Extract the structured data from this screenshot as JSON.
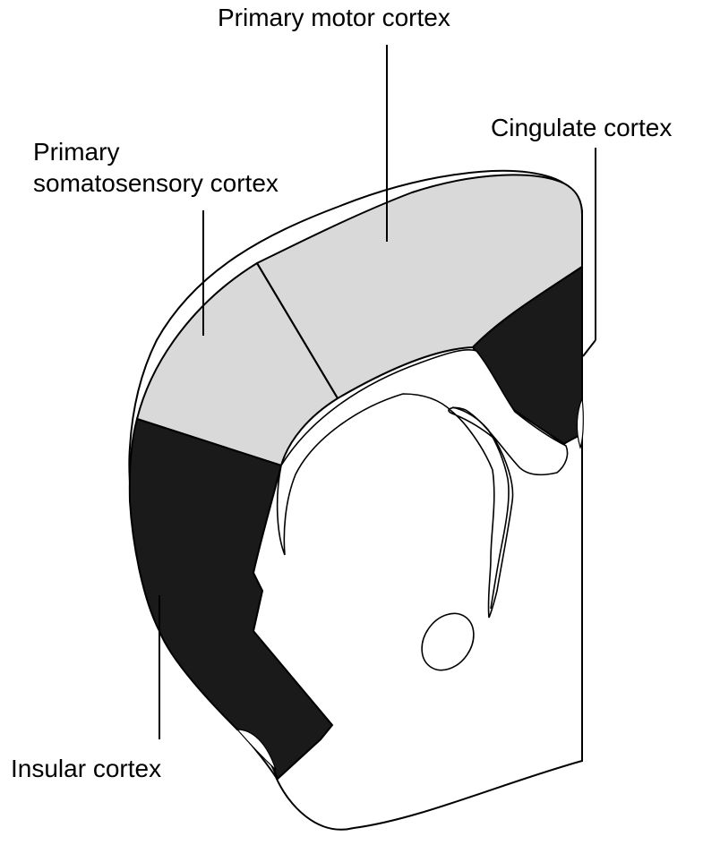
{
  "labels": {
    "primary_motor": "Primary motor cortex",
    "primary_somatosensory_line1": "Primary",
    "primary_somatosensory_line2": "somatosensory cortex",
    "cingulate": "Cingulate cortex",
    "insular": "Insular cortex"
  },
  "colors": {
    "light_region": "#d9d9d9",
    "dark_region": "#1a1a1a",
    "outline": "#000000",
    "background": "#ffffff"
  }
}
